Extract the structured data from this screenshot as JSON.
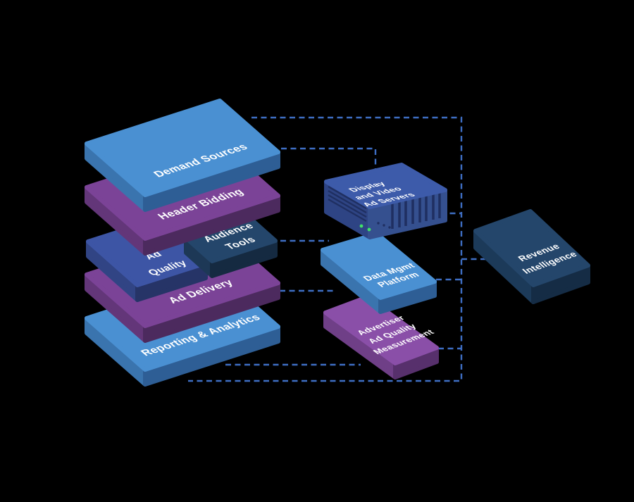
{
  "canvas": {
    "background": "#000000",
    "text_color": "#FFFFFF",
    "connector_color": "#3E6EC4"
  },
  "stack": {
    "demand_sources": {
      "label": "Demand Sources",
      "colors": {
        "top": "#4A90D2",
        "left": "#3A74AE",
        "right": "#2E5E95"
      }
    },
    "header_bidding": {
      "label": "Header Bidding",
      "colors": {
        "top": "#7B4397",
        "left": "#633679",
        "right": "#4C2A5E"
      }
    },
    "ad_quality": {
      "lines": [
        "Ad",
        "Quality"
      ],
      "colors": {
        "top": "#3D55A5",
        "left": "#314484",
        "right": "#263467"
      }
    },
    "audience_tools": {
      "lines": [
        "Audience",
        "Tools"
      ],
      "colors": {
        "top": "#24466B",
        "left": "#1D3856",
        "right": "#152A41"
      }
    },
    "ad_delivery": {
      "label": "Ad Delivery",
      "colors": {
        "top": "#7B4397",
        "left": "#633679",
        "right": "#4C2A5E"
      }
    },
    "reporting_analytics": {
      "label": "Reporting & Analytics",
      "colors": {
        "top": "#4A90D2",
        "left": "#3A74AE",
        "right": "#2E5E95"
      }
    }
  },
  "components": {
    "ad_servers": {
      "lines": [
        "Display",
        "and Video",
        "Ad Servers"
      ],
      "colors": {
        "top": "#3D5BAA",
        "left": "#2E4484",
        "right": "#35508F",
        "detail": "#1F2F61",
        "led": "#41DF6B"
      }
    },
    "data_mgmt_platform": {
      "lines": [
        "Data Mgmt",
        "Platform"
      ],
      "colors": {
        "top": "#4A90D2",
        "left": "#3A74AE",
        "right": "#2E5E95"
      }
    },
    "advertiser_ad_quality_measurement": {
      "lines": [
        "Advertiser",
        "Ad Quality",
        "Measurement"
      ],
      "colors": {
        "top": "#8A4FA8",
        "left": "#6F3F87",
        "right": "#57306C"
      }
    },
    "revenue_intelligence": {
      "lines": [
        "Revenue",
        "Intelligence"
      ],
      "colors": {
        "top": "#24466B",
        "left": "#1C3A59",
        "right": "#152C45"
      }
    }
  }
}
